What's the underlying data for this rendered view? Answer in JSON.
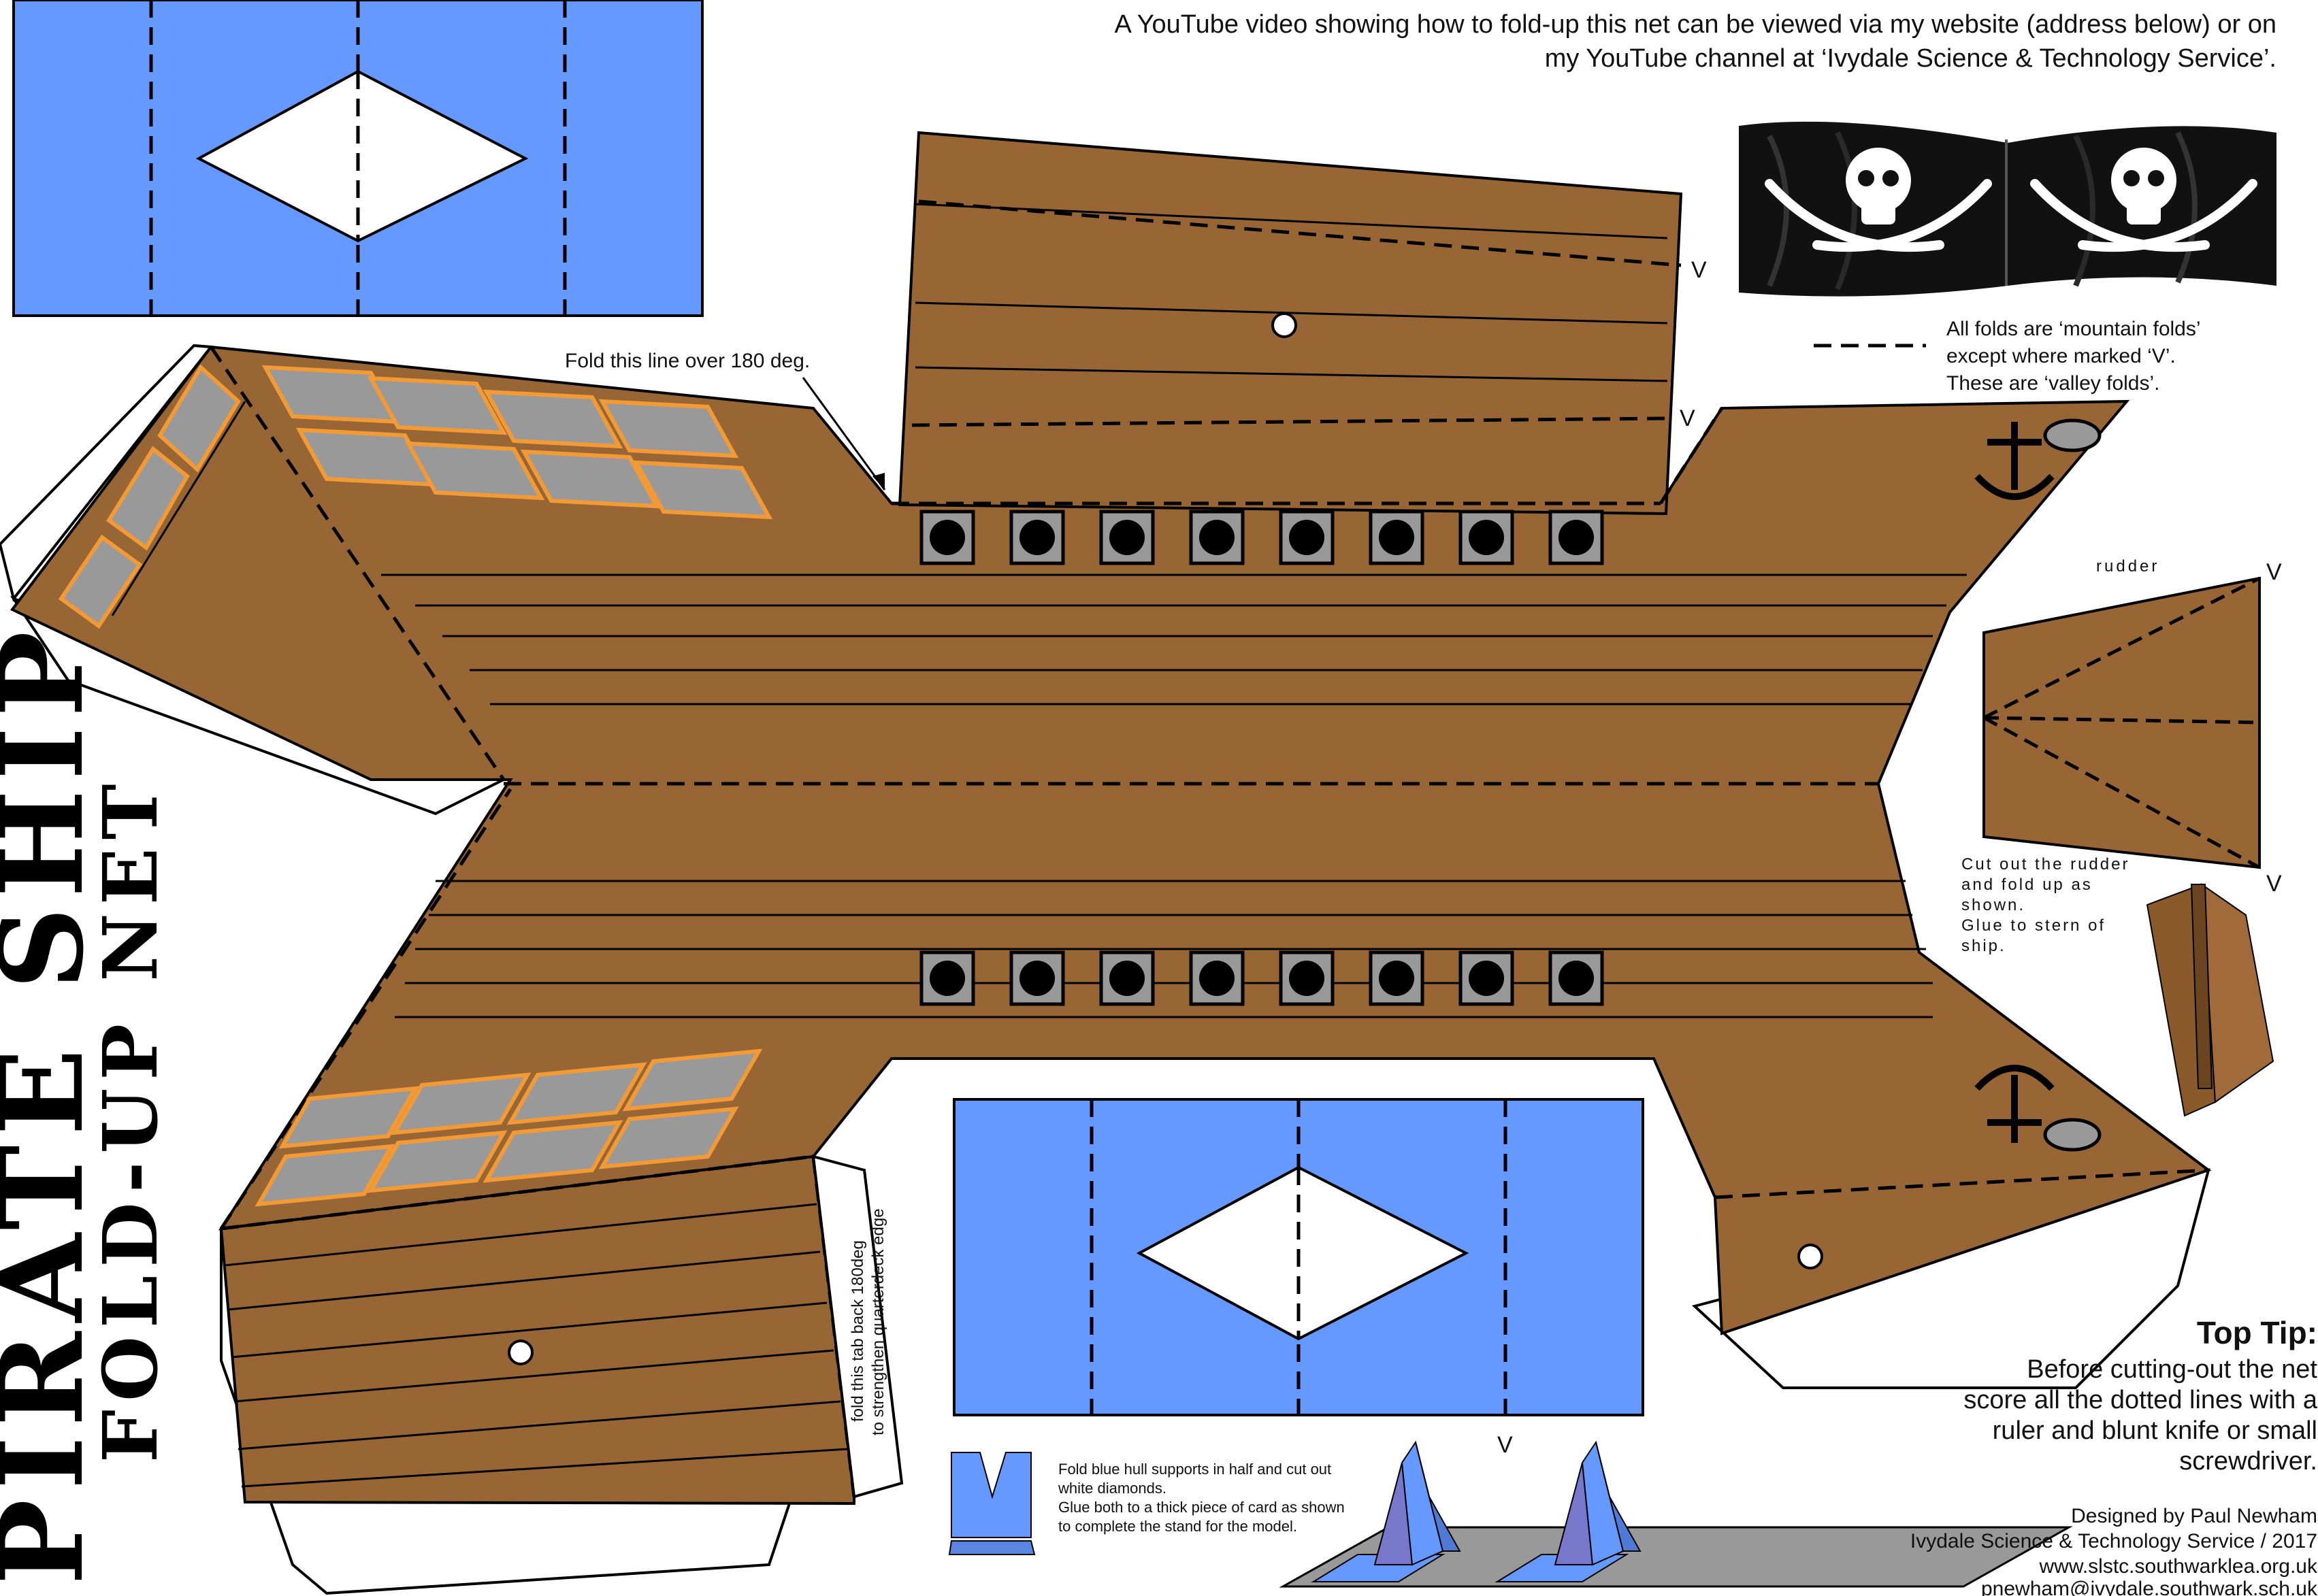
{
  "header": {
    "line1": "A YouTube video showing how to fold-up this net can be viewed via my website (address below) or on",
    "line2": "my YouTube channel at ‘Ivydale Science & Technology Service’."
  },
  "folds_note": {
    "line1": "All folds are ‘mountain folds’",
    "line2": "except where marked ‘V’.",
    "line3": "These are ‘valley folds’."
  },
  "labels": {
    "fold_180": "Fold this line over 180 deg.",
    "valley_mark": "V",
    "rudder": "rudder",
    "tab_line1": "fold this tab back 180deg",
    "tab_line2": "to strengthen quarterdeck edge"
  },
  "rudder_note": {
    "line1": "Cut out the rudder",
    "line2": "and fold up as",
    "line3": "shown.",
    "line4": "Glue to stern of",
    "line5": "ship."
  },
  "hull_note": {
    "line1": "Fold blue hull supports in half and cut out",
    "line2": "white diamonds.",
    "line3": "Glue both to a thick piece of card as shown",
    "line4": "to complete the stand for the model."
  },
  "title": {
    "main": "PIRATE SHIP",
    "sub": "FOLD-UP NET"
  },
  "top_tip": {
    "heading": "Top Tip:",
    "line1": "Before cutting-out the net",
    "line2": "score all the dotted lines with a",
    "line3": "ruler and blunt knife or small",
    "line4": "screwdriver."
  },
  "credits": {
    "designer": "Designed by Paul Newham",
    "org": "Ivydale Science & Technology Service / 2017",
    "website": "www.slstc.southwarklea.org.uk",
    "email": "pnewham@ivydale.southwark.sch.uk"
  },
  "colors": {
    "wood": "#986634",
    "blue": "#6699ff",
    "window_fill": "#999999",
    "window_border": "#f29a36",
    "cannon_bg": "#999999",
    "flag_bg": "#111111"
  },
  "icons": {
    "flag": "jolly-roger-flag-icon",
    "anchor": "anchor-icon",
    "cannon": "cannon-port-icon"
  }
}
